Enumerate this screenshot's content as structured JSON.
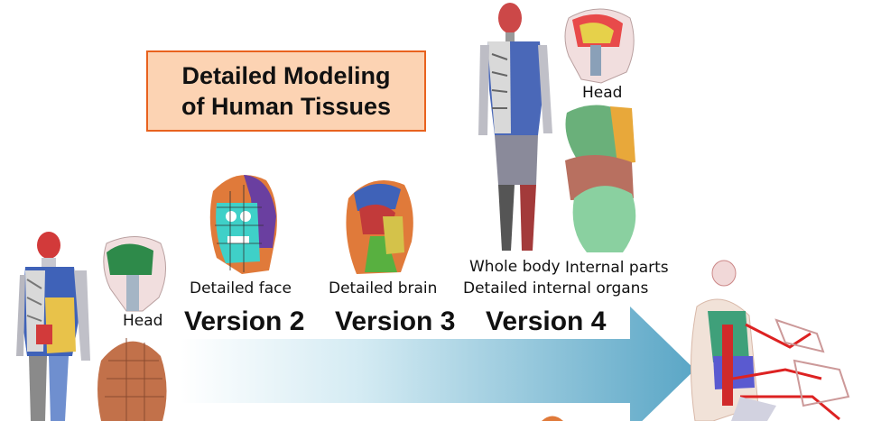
{
  "title": {
    "line1": "Detailed Modeling",
    "line2": "of Human Tissues"
  },
  "labels": {
    "head_left": "Head",
    "detailed_face": "Detailed face",
    "detailed_brain": "Detailed brain",
    "whole_body": "Whole body",
    "internal_parts": "Internal parts",
    "head_top": "Head",
    "detailed_internal_organs": "Detailed internal organs"
  },
  "versions": {
    "v2": "Version 2",
    "v3": "Version 3",
    "v4": "Version 4"
  },
  "colors": {
    "title_fill": "#fcd3b3",
    "title_border": "#e8621e",
    "arrow_start": "#ffffff",
    "arrow_end": "#5aa6c6"
  }
}
